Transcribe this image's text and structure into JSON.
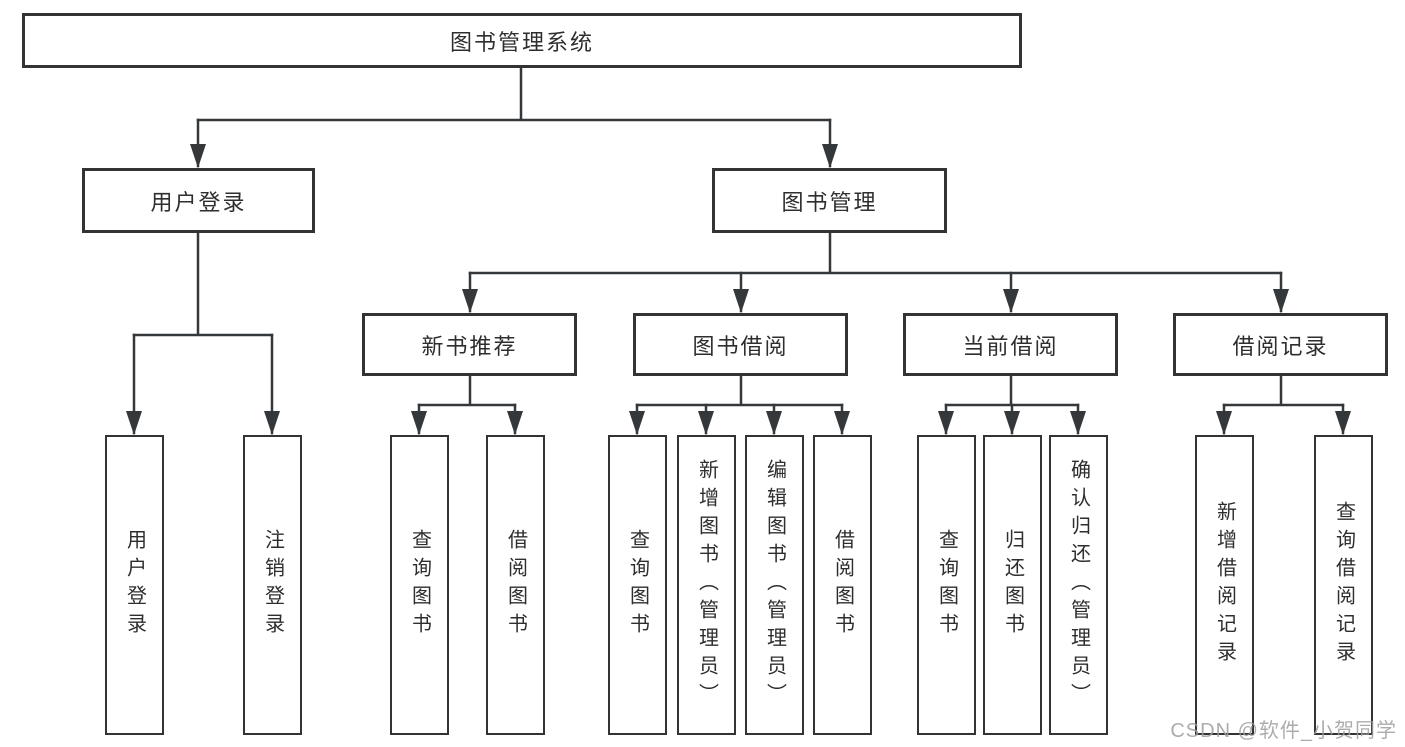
{
  "tree": {
    "root": {
      "label": "图书管理系统"
    },
    "branches": [
      {
        "label": "用户登录",
        "children": [
          {
            "label": "用户登录"
          },
          {
            "label": "注销登录"
          }
        ]
      },
      {
        "label": "图书管理",
        "children": [
          {
            "label": "新书推荐",
            "children": [
              {
                "label": "查询图书"
              },
              {
                "label": "借阅图书"
              }
            ]
          },
          {
            "label": "图书借阅",
            "children": [
              {
                "label": "查询图书"
              },
              {
                "label": "新增图书（管理员）"
              },
              {
                "label": "编辑图书（管理员）"
              },
              {
                "label": "借阅图书"
              }
            ]
          },
          {
            "label": "当前借阅",
            "children": [
              {
                "label": "查询图书"
              },
              {
                "label": "归还图书"
              },
              {
                "label": "确认归还（管理员）"
              }
            ]
          },
          {
            "label": "借阅记录",
            "children": [
              {
                "label": "新增借阅记录"
              },
              {
                "label": "查询借阅记录"
              }
            ]
          }
        ]
      }
    ]
  },
  "watermark": {
    "text": "CSDN @软件_小贺同学"
  },
  "colors": {
    "line": "#35383b",
    "box_border": "#333333",
    "box_fill": "#ffffff",
    "text": "#2e2e2e",
    "watermark": "#9e9e9e"
  }
}
